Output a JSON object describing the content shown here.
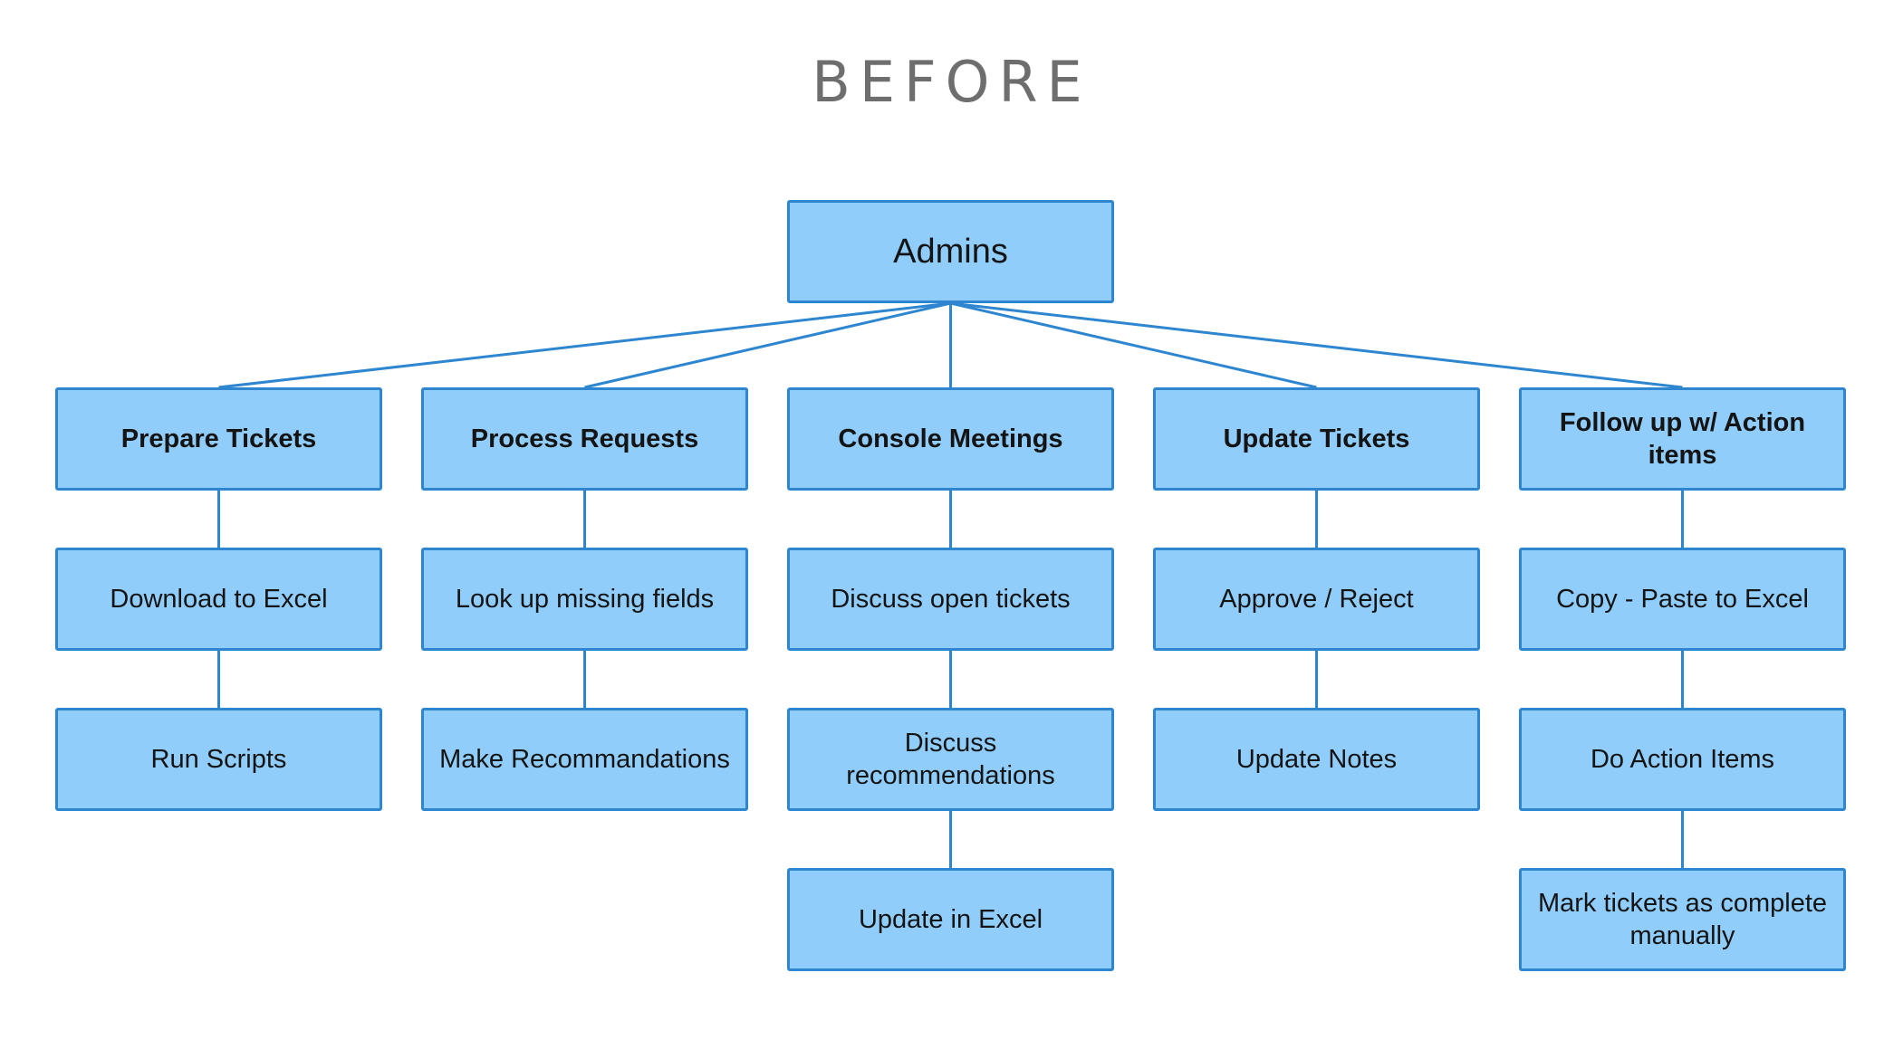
{
  "title": "BEFORE",
  "colors": {
    "node_fill": "#90cdfb",
    "node_border": "#2d86cf",
    "connector": "#2d86cf",
    "title": "#6e6e6e"
  },
  "root": {
    "label": "Admins"
  },
  "columns": [
    {
      "category": "Prepare Tickets",
      "steps": [
        "Download to Excel",
        "Run Scripts"
      ]
    },
    {
      "category": "Process Requests",
      "steps": [
        "Look up missing fields",
        "Make Recommandations"
      ]
    },
    {
      "category": "Console Meetings",
      "steps": [
        "Discuss open tickets",
        "Discuss recommendations",
        "Update in Excel"
      ]
    },
    {
      "category": "Update Tickets",
      "steps": [
        "Approve / Reject",
        "Update Notes"
      ]
    },
    {
      "category": "Follow up w/ Action items",
      "steps": [
        "Copy - Paste to Excel",
        "Do Action Items",
        "Mark tickets as complete manually"
      ]
    }
  ]
}
